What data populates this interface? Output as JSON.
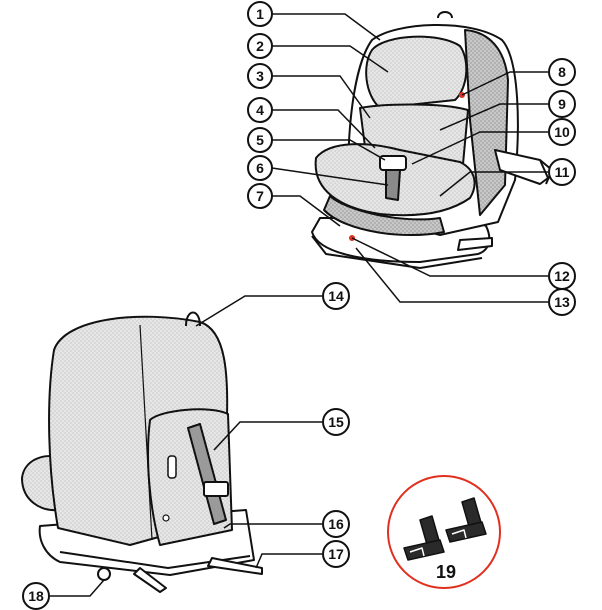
{
  "callouts": [
    {
      "id": "c1",
      "label": "1"
    },
    {
      "id": "c2",
      "label": "2"
    },
    {
      "id": "c3",
      "label": "3"
    },
    {
      "id": "c4",
      "label": "4"
    },
    {
      "id": "c5",
      "label": "5"
    },
    {
      "id": "c6",
      "label": "6"
    },
    {
      "id": "c7",
      "label": "7"
    },
    {
      "id": "c8",
      "label": "8"
    },
    {
      "id": "c9",
      "label": "9"
    },
    {
      "id": "c10",
      "label": "10"
    },
    {
      "id": "c11",
      "label": "11"
    },
    {
      "id": "c12",
      "label": "12"
    },
    {
      "id": "c13",
      "label": "13"
    },
    {
      "id": "c14",
      "label": "14"
    },
    {
      "id": "c15",
      "label": "15"
    },
    {
      "id": "c16",
      "label": "16"
    },
    {
      "id": "c17",
      "label": "17"
    },
    {
      "id": "c18",
      "label": "18"
    }
  ],
  "inset": {
    "label": "19"
  },
  "colors": {
    "outline": "#111111",
    "seat_gray": "#d9d9d9",
    "dark_gray": "#9a9a9a",
    "inset_ring": "#e03020",
    "accent_red": "#e03020"
  }
}
